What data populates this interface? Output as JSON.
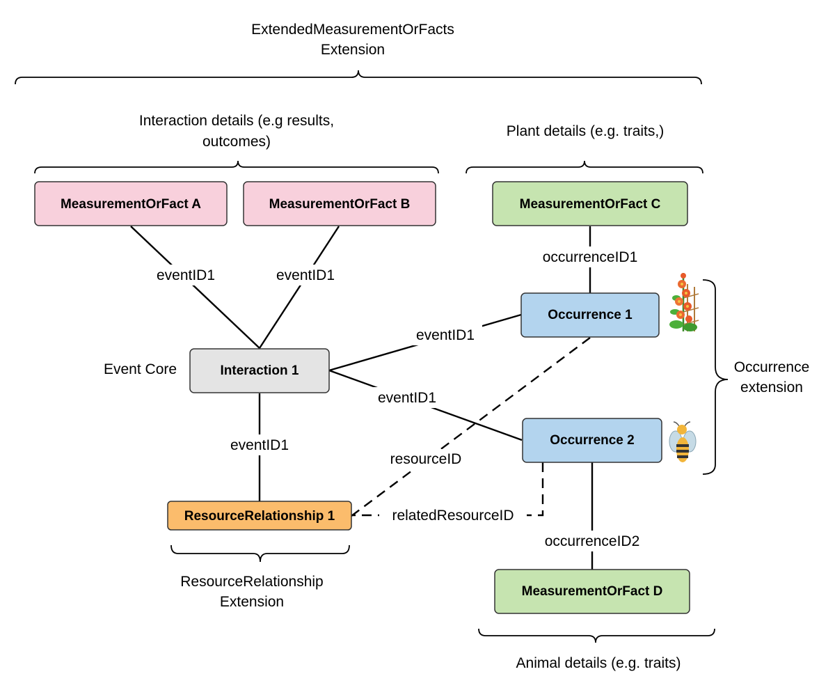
{
  "groups": {
    "emof_line1": "ExtendedMeasurementOrFacts",
    "emof_line2": "Extension",
    "interaction_line1": "Interaction  details (e.g results,",
    "interaction_line2": "outcomes)",
    "plant": "Plant details (e.g. traits,)",
    "occurrence_ext_line1": "Occurrence",
    "occurrence_ext_line2": "extension",
    "resrel_line1": "ResourceRelationship",
    "resrel_line2": "Extension",
    "animal": "Animal details (e.g. traits)",
    "event_core": "Event Core"
  },
  "nodes": {
    "mof_a": "MeasurementOrFact A",
    "mof_b": "MeasurementOrFact B",
    "mof_c": "MeasurementOrFact C",
    "mof_d": "MeasurementOrFact D",
    "interaction": "Interaction 1",
    "occ1": "Occurrence 1",
    "occ2": "Occurrence 2",
    "resrel": "ResourceRelationship 1"
  },
  "edges": {
    "a_int": "eventID1",
    "b_int": "eventID1",
    "int_occ1": "eventID1",
    "int_occ2": "eventID1",
    "int_resrel": "eventID1",
    "c_occ1": "occurrenceID1",
    "d_occ2": "occurrenceID2",
    "occ1_resrel": "resourceID",
    "occ2_resrel": "relatedResourceID"
  },
  "icons": {
    "plant": "flowering-plant-icon",
    "animal": "bee-icon"
  },
  "colors": {
    "mof_pink": "#f8d0dc",
    "mof_green": "#c6e4b0",
    "occurrence_blue": "#b3d4ee",
    "interaction_gray": "#e4e4e4",
    "resrel_orange": "#fbbc6c"
  }
}
